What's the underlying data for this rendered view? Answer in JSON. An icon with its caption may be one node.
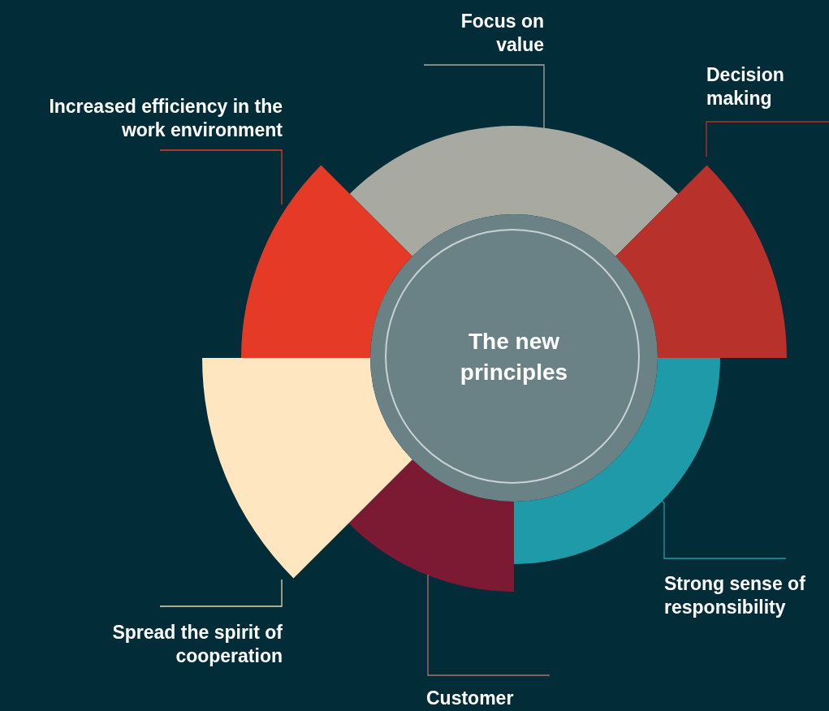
{
  "diagram": {
    "nodes": [
      {
        "text": [
          "Focus on value"
        ]
      },
      {
        "text": [
          "Decision making"
        ]
      },
      {
        "text": [
          "Increased efficiency in the work environment"
        ]
      },
      {
        "text": [
          "The new principles"
        ]
      },
      {
        "text": [
          "Strong sense of responsibility"
        ]
      },
      {
        "text": [
          "Spread the spirit of cooperation"
        ]
      },
      {
        "text": [
          "Customer"
        ]
      },
      {
        "text": [],
        "shape": "wedge"
      },
      {
        "text": [],
        "shape": "wedge"
      },
      {
        "text": [],
        "shape": "wedge"
      },
      {
        "text": [],
        "shape": "wedge"
      },
      {
        "text": [],
        "shape": "wedge"
      },
      {
        "text": [],
        "shape": "wedge"
      }
    ],
    "edges": [
      {
        "from": 0,
        "to": 7,
        "arrow": "none",
        "color": "#a8a9a0"
      },
      {
        "from": 1,
        "to": 8,
        "arrow": "none",
        "color": "#b9312b"
      },
      {
        "from": 2,
        "to": 12,
        "arrow": "none",
        "color": "#e53b26"
      },
      {
        "from": 4,
        "to": 9,
        "arrow": "none",
        "color": "#1e9aa8"
      },
      {
        "from": 5,
        "to": 11,
        "arrow": "none",
        "color": "#e8d8b0"
      },
      {
        "from": 6,
        "to": 10,
        "arrow": "none",
        "color": "#b07070"
      }
    ]
  }
}
